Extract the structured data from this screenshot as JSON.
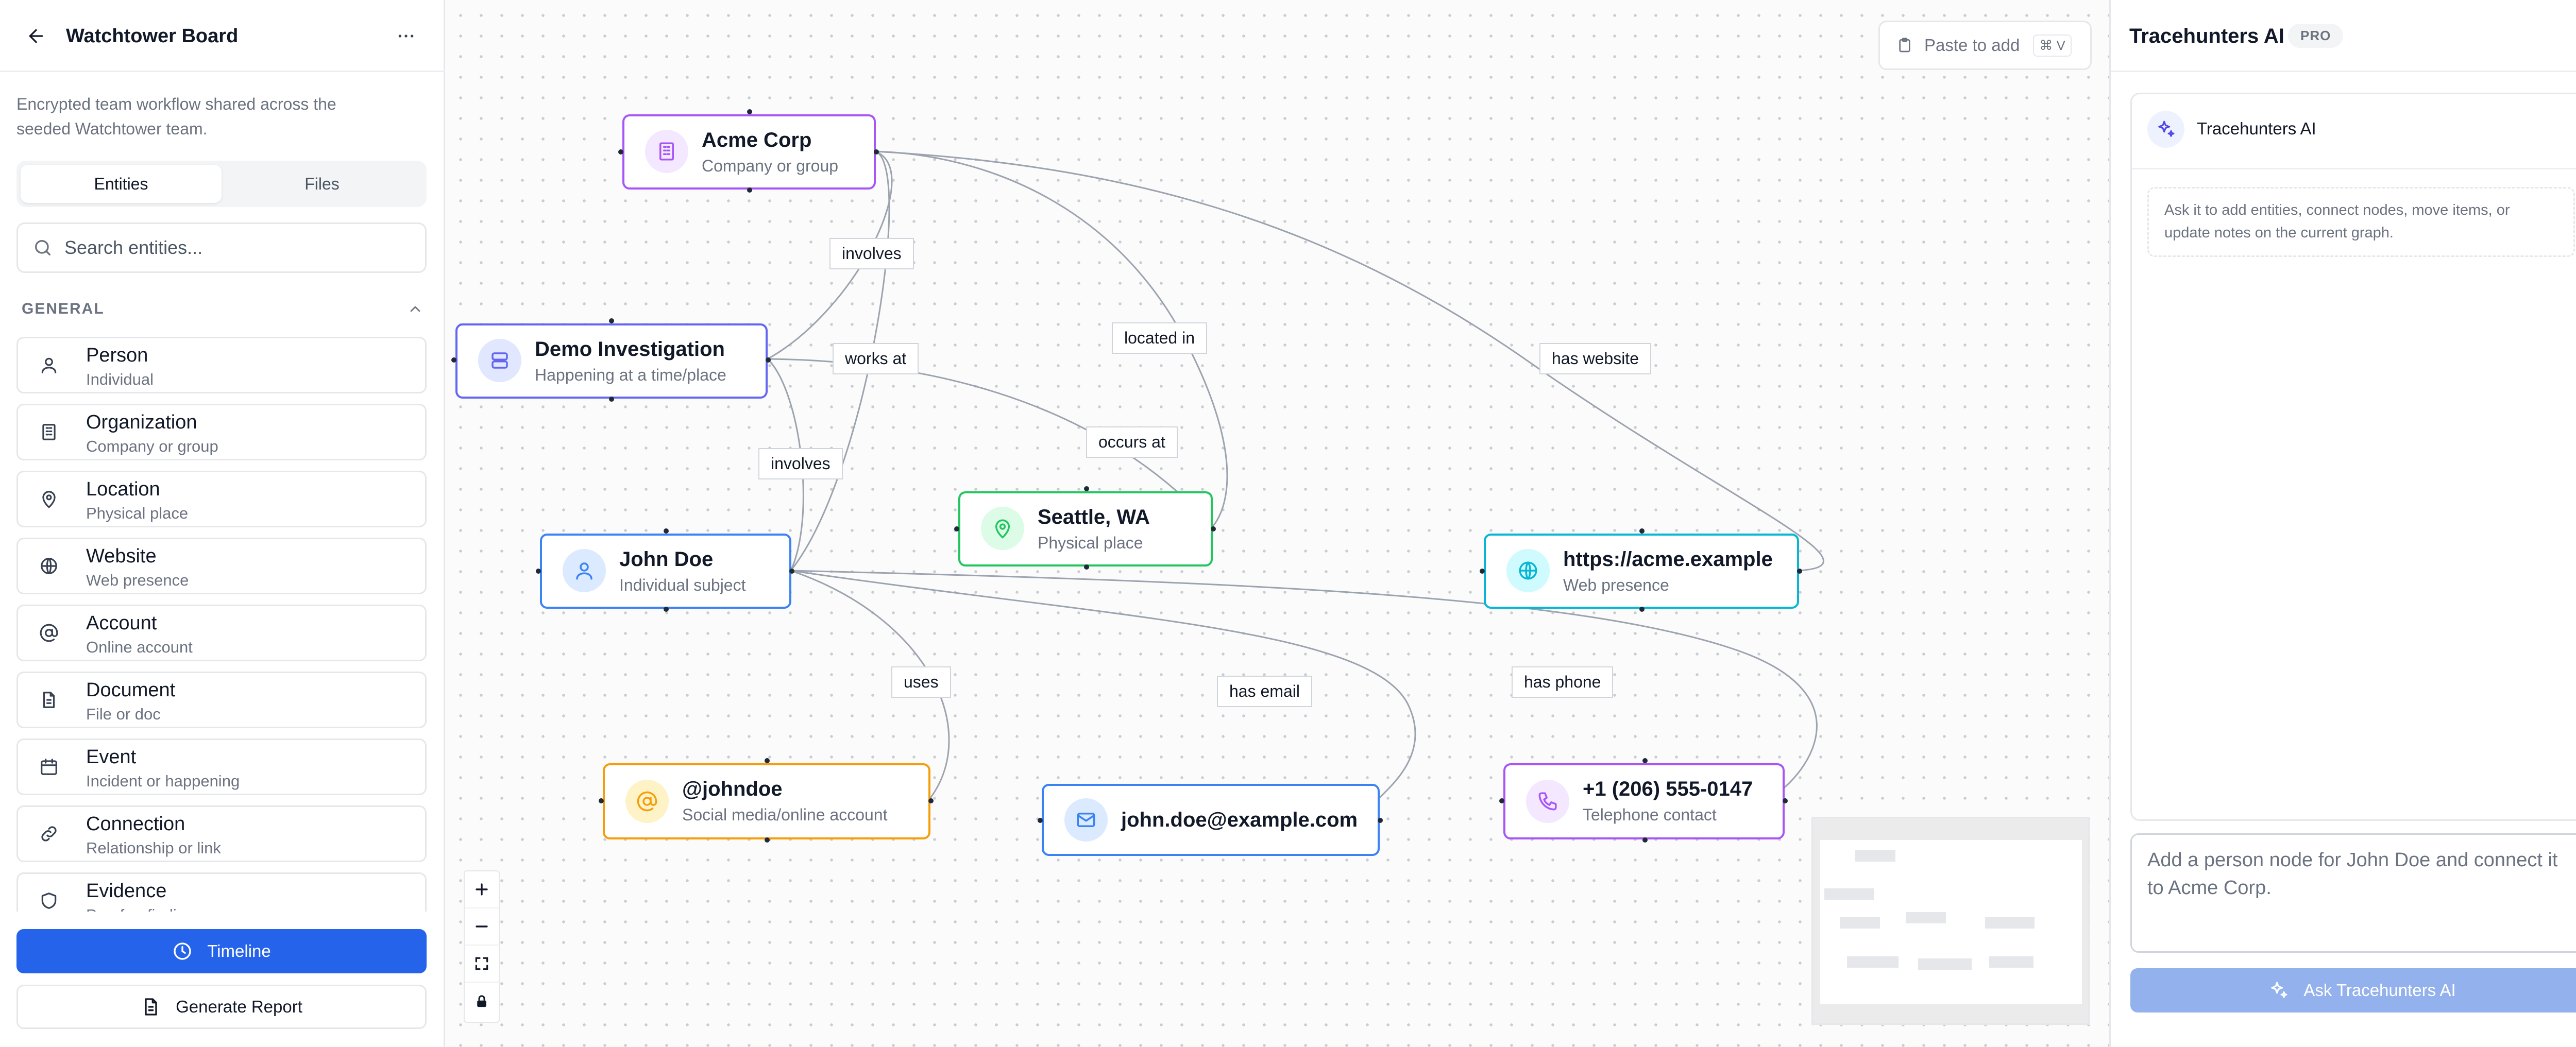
{
  "sidebar": {
    "title": "Watchtower Board",
    "description": "Encrypted team workflow shared across the seeded Watchtower team.",
    "tabs": [
      {
        "label": "Entities"
      },
      {
        "label": "Files"
      }
    ],
    "search_placeholder": "Search entities...",
    "section_label": "GENERAL",
    "entities": [
      {
        "name": "Person",
        "sub": "Individual",
        "icon": "person-icon"
      },
      {
        "name": "Organization",
        "sub": "Company or group",
        "icon": "building-icon"
      },
      {
        "name": "Location",
        "sub": "Physical place",
        "icon": "map-pin-icon"
      },
      {
        "name": "Website",
        "sub": "Web presence",
        "icon": "globe-icon"
      },
      {
        "name": "Account",
        "sub": "Online account",
        "icon": "at-sign-icon"
      },
      {
        "name": "Document",
        "sub": "File or doc",
        "icon": "file-icon"
      },
      {
        "name": "Event",
        "sub": "Incident or happening",
        "icon": "calendar-icon"
      },
      {
        "name": "Connection",
        "sub": "Relationship or link",
        "icon": "link-icon"
      },
      {
        "name": "Evidence",
        "sub": "Proof or finding",
        "icon": "shield-icon"
      }
    ],
    "timeline_label": "Timeline",
    "report_label": "Generate Report"
  },
  "canvas": {
    "paste_label": "Paste to add",
    "paste_shortcut": "⌘ V",
    "nodes": [
      {
        "id": "acme",
        "title": "Acme Corp",
        "sub": "Company or group",
        "color": "#a855f7",
        "icon_bg": "#f3e8ff"
      },
      {
        "id": "demo",
        "title": "Demo Investigation",
        "sub": "Happening at a time/place",
        "color": "#6366f1",
        "icon_bg": "#e0e7ff"
      },
      {
        "id": "john",
        "title": "John Doe",
        "sub": "Individual subject",
        "color": "#3b82f6",
        "icon_bg": "#dbeafe"
      },
      {
        "id": "seattle",
        "title": "Seattle, WA",
        "sub": "Physical place",
        "color": "#22c55e",
        "icon_bg": "#dcfce7"
      },
      {
        "id": "website",
        "title": "https://acme.example",
        "sub": "Web presence",
        "color": "#06b6d4",
        "icon_bg": "#cffafe"
      },
      {
        "id": "johndoe",
        "title": "@johndoe",
        "sub": "Social media/online account",
        "color": "#f59e0b",
        "icon_bg": "#fef3c7"
      },
      {
        "id": "email",
        "title": "john.doe@example.com",
        "sub": "",
        "color": "#3b82f6",
        "icon_bg": "#dbeafe"
      },
      {
        "id": "phone",
        "title": "+1 (206) 555-0147",
        "sub": "Telephone contact",
        "color": "#a855f7",
        "icon_bg": "#f3e8ff"
      }
    ],
    "edge_labels": [
      "involves",
      "works at",
      "involves",
      "located in",
      "occurs at",
      "has website",
      "uses",
      "has email",
      "has phone"
    ]
  },
  "ai_panel": {
    "title": "Tracehunters AI",
    "badge": "PRO",
    "assistant_name": "Tracehunters AI",
    "hint": "Ask it to add entities, connect nodes, move items, or update notes on the current graph.",
    "input_placeholder": "Add a person node for John Doe and connect it to Acme Corp.",
    "ask_label": "Ask Tracehunters AI"
  },
  "colors": {
    "primary": "#2563eb",
    "ask_disabled": "#93b1ec"
  }
}
